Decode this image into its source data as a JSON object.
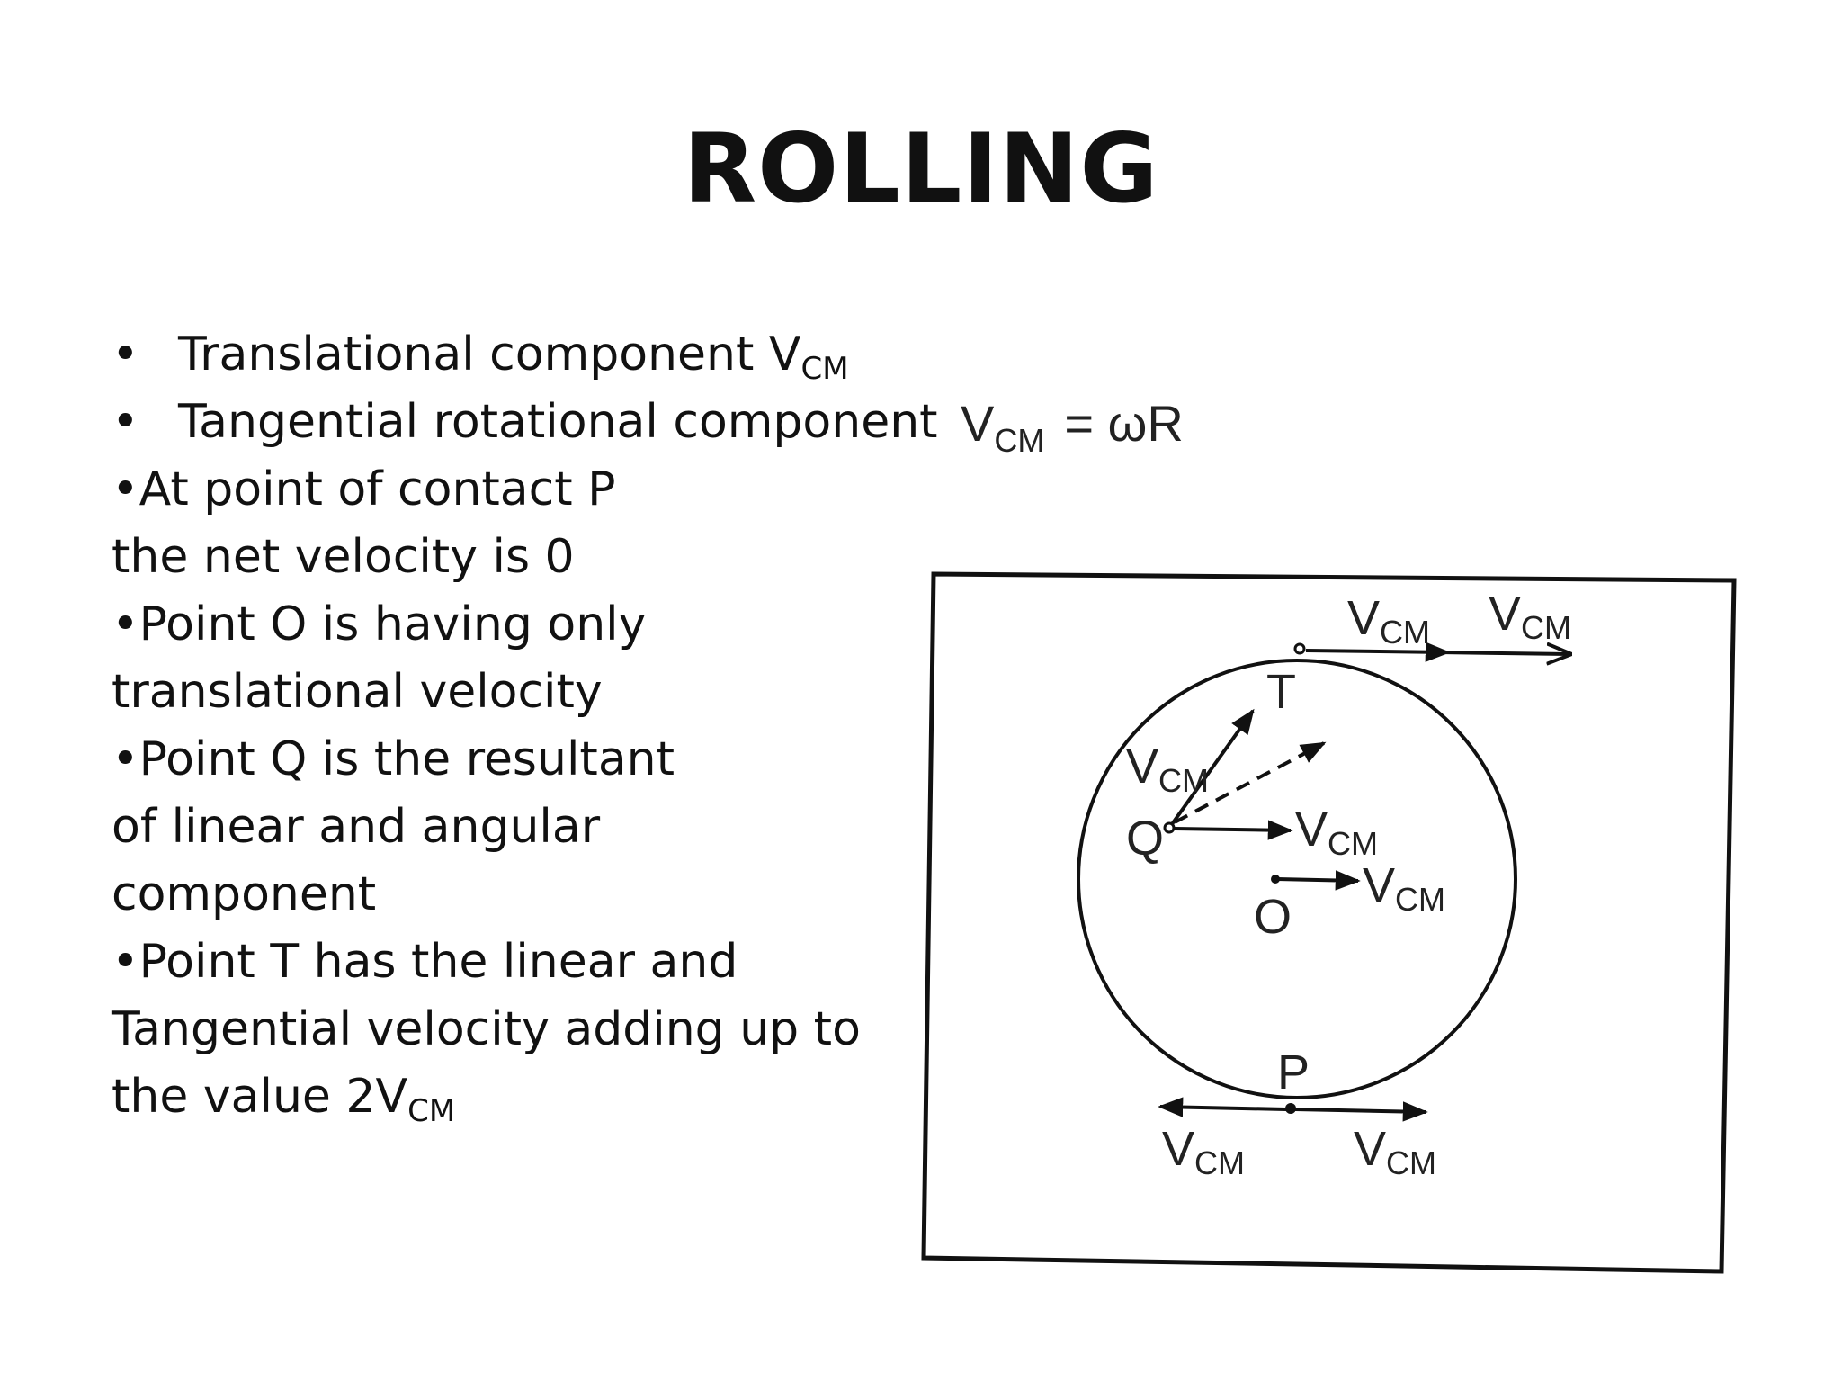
{
  "slide": {
    "title": "ROLLING",
    "bullet_symbol": "•",
    "bullets": [
      {
        "main": "Translational component V",
        "sub": "CM"
      },
      {
        "main": "Tangential rotational component",
        "sub": ""
      }
    ],
    "lines": [
      {
        "main": "•At point of contact P",
        "sub": ""
      },
      {
        "main": "the net velocity is 0",
        "sub": ""
      },
      {
        "main": "•Point O is having only",
        "sub": ""
      },
      {
        "main": "translational velocity",
        "sub": ""
      },
      {
        "main": "•Point Q is the resultant",
        "sub": ""
      },
      {
        "main": "of linear and angular",
        "sub": ""
      },
      {
        "main": "component",
        "sub": ""
      },
      {
        "main": "•Point T has the linear and",
        "sub": ""
      },
      {
        "main": "Tangential velocity adding up to",
        "sub": ""
      },
      {
        "main": "the value 2V",
        "sub": "CM"
      }
    ]
  },
  "diagram": {
    "equation": {
      "v": "V",
      "sub": "CM",
      "rhs": "= ωR"
    },
    "velocity_label": {
      "v": "V",
      "sub": "CM"
    },
    "points": {
      "top": "T",
      "q": "Q",
      "center": "O",
      "contact": "P"
    }
  }
}
